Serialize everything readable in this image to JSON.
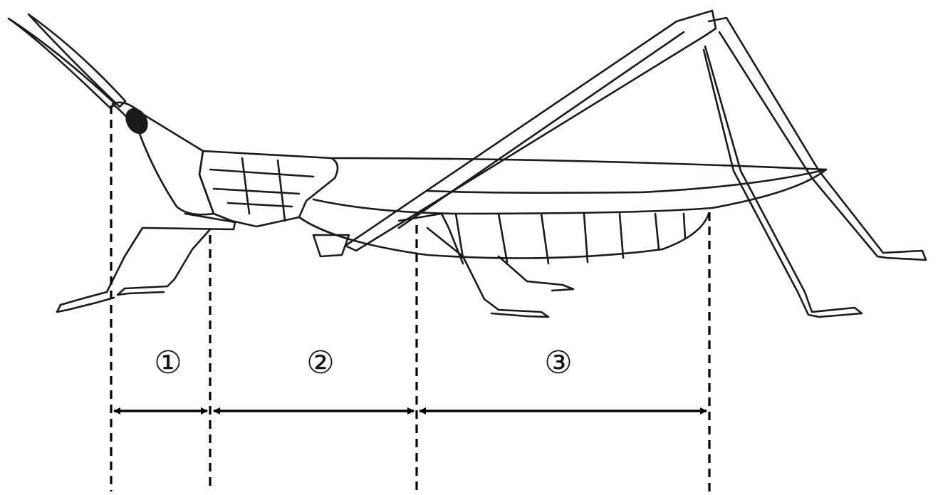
{
  "segments": [
    {
      "label": "①"
    },
    {
      "label": "②"
    },
    {
      "label": "③"
    }
  ],
  "colors": {
    "ink": "#1a1a1a",
    "background": "#ffffff"
  }
}
